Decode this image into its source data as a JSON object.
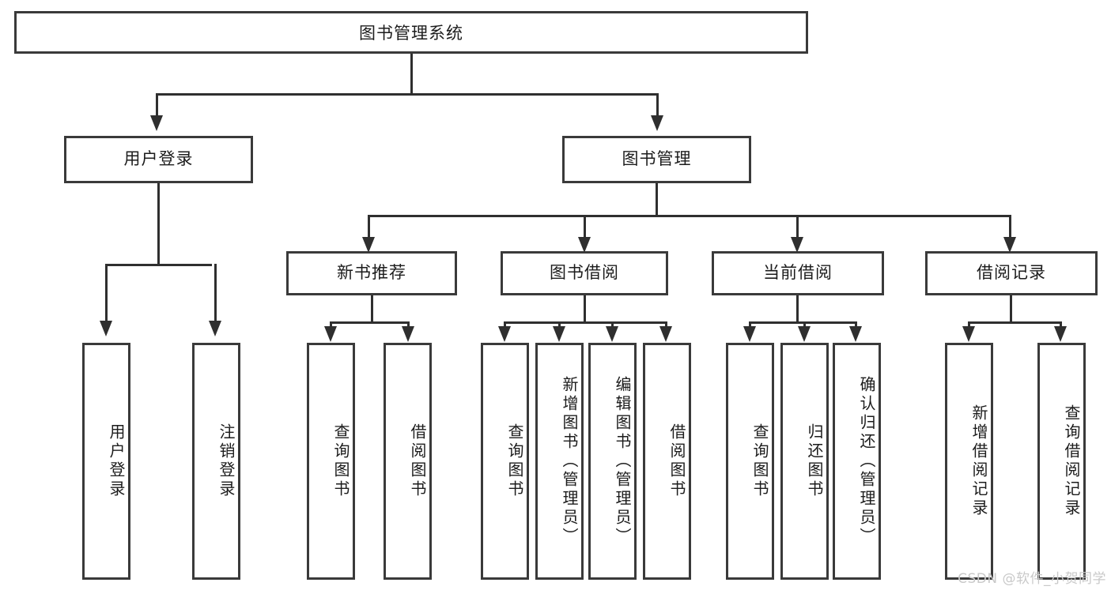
{
  "diagram": {
    "title": "图书管理系统",
    "type": "tree-diagram",
    "watermark": "CSDN @软件_小贺同学",
    "colors": {
      "box_border": "#3a3a3a",
      "connector": "#2f2f2f",
      "background": "#ffffff",
      "text": "#1c1c1c",
      "watermark": "#c9c9c9"
    },
    "nodes": {
      "root": "图书管理系统",
      "level2": {
        "user_login": "用户登录",
        "book_manage": "图书管理"
      },
      "level3": {
        "new_book_rec": "新书推荐",
        "book_borrow": "图书借阅",
        "current_borrow": "当前借阅",
        "borrow_record": "借阅记录"
      },
      "leaves": {
        "user_login_1": "用户登录",
        "user_login_2": "注销登录",
        "new_book_1": "查询图书",
        "new_book_2": "借阅图书",
        "borrow_1": "查询图书",
        "borrow_2": "新增图书（管理员）",
        "borrow_3": "编辑图书（管理员）",
        "borrow_4": "借阅图书",
        "current_1": "查询图书",
        "current_2": "归还图书",
        "current_3": "确认归还（管理员）",
        "record_1": "新增借阅记录",
        "record_2": "查询借阅记录"
      }
    }
  }
}
